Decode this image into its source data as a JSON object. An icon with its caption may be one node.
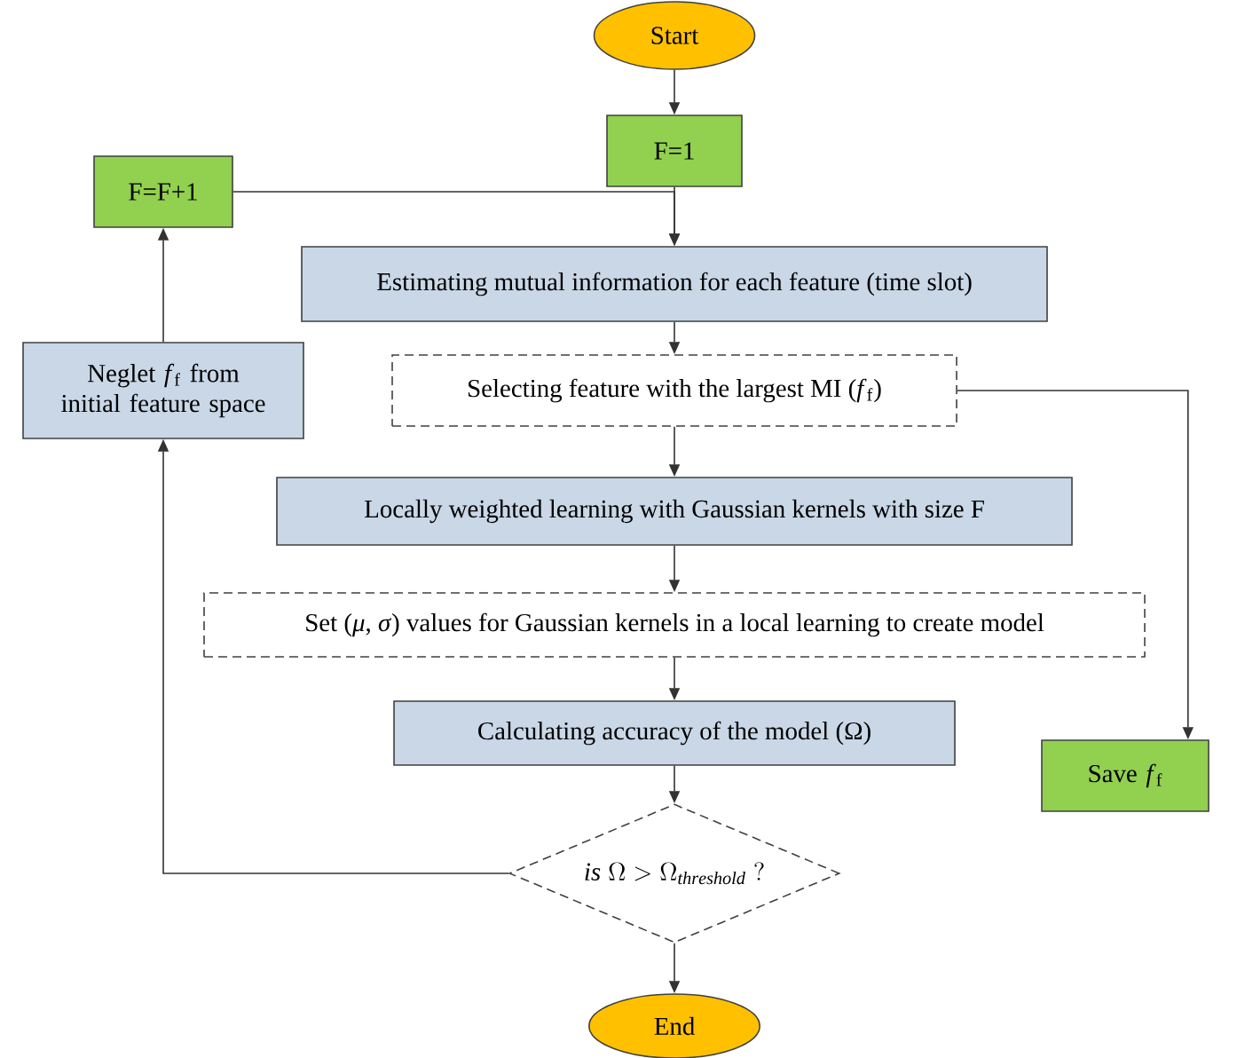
{
  "diagram": {
    "nodes": [
      {
        "text": [
          "Start"
        ]
      },
      {
        "text": [
          "F=1"
        ]
      },
      {
        "text": [
          "F=F+1"
        ]
      },
      {
        "text": [
          "Estimating mutual information for each feature (time slot)"
        ]
      },
      {
        "text": [
          "Selecting feature with the largest MI (*f*$_{f}$)"
        ]
      },
      {
        "text": [
          "Neglet *f*$_{f}$ from initial feature space"
        ]
      },
      {
        "text": [
          "Locally weighted learning with Gaussian kernels with size F"
        ]
      },
      {
        "text": [
          "Set (*μ*, *σ*) values for Gaussian kernels in a local learning to create model"
        ]
      },
      {
        "text": [
          "Calculating accuracy of the model (Ω)"
        ]
      },
      {
        "text": [
          "Save *f*$_{f}$"
        ]
      },
      {
        "text": [
          "\\mathit{is}\\;\\Omega>\\Omega_{\\mathit{threshold}}\\;?"
        ]
      },
      {
        "text": [
          "End"
        ]
      }
    ],
    "edges": [
      {
        "from": 0,
        "to": 1,
        "arrow": "to"
      },
      {
        "from": 1,
        "to": 3,
        "arrow": "to"
      },
      {
        "from": 2,
        "to": 3,
        "arrow": "to"
      },
      {
        "from": 3,
        "to": 4,
        "arrow": "to"
      },
      {
        "from": 4,
        "to": 6,
        "arrow": "to"
      },
      {
        "from": 6,
        "to": 7,
        "arrow": "to"
      },
      {
        "from": 7,
        "to": 8,
        "arrow": "to"
      },
      {
        "from": 8,
        "to": 10,
        "arrow": "to"
      },
      {
        "from": 10,
        "to": 11,
        "arrow": "to"
      },
      {
        "from": 10,
        "to": 5,
        "arrow": "to"
      },
      {
        "from": 5,
        "to": 2,
        "arrow": "to"
      },
      {
        "from": 4,
        "to": 9,
        "arrow": "to"
      }
    ]
  }
}
